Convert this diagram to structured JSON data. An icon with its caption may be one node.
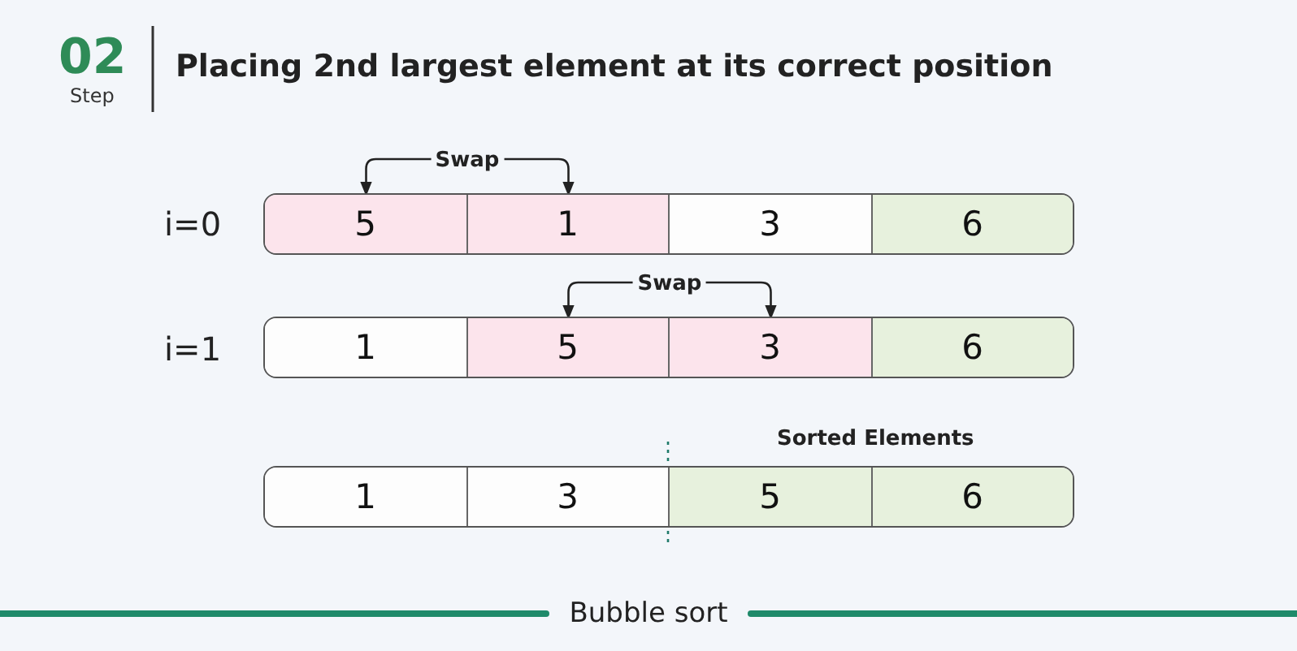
{
  "diagram": {
    "title": "Placing 2nd largest element at its correct position",
    "caption": "Bubble sort",
    "nodes": [
      {
        "text": [
          "5"
        ]
      },
      {
        "text": [
          "1"
        ]
      },
      {
        "text": [
          "3"
        ]
      },
      {
        "text": [
          "6"
        ]
      },
      {
        "text": [
          "1"
        ]
      },
      {
        "text": [
          "5"
        ]
      },
      {
        "text": [
          "3"
        ]
      },
      {
        "text": [
          "6"
        ]
      },
      {
        "text": [
          "1"
        ]
      },
      {
        "text": [
          "3"
        ]
      },
      {
        "text": [
          "5"
        ]
      },
      {
        "text": [
          "6"
        ]
      }
    ],
    "edges": [
      {
        "from": 0,
        "to": 1,
        "arrow": "both",
        "label": "Swap"
      },
      {
        "from": 5,
        "to": 6,
        "arrow": "both",
        "label": "Swap"
      }
    ],
    "labels": [
      "02",
      "Step",
      "i=0",
      "i=1",
      "Sorted Elements"
    ]
  }
}
